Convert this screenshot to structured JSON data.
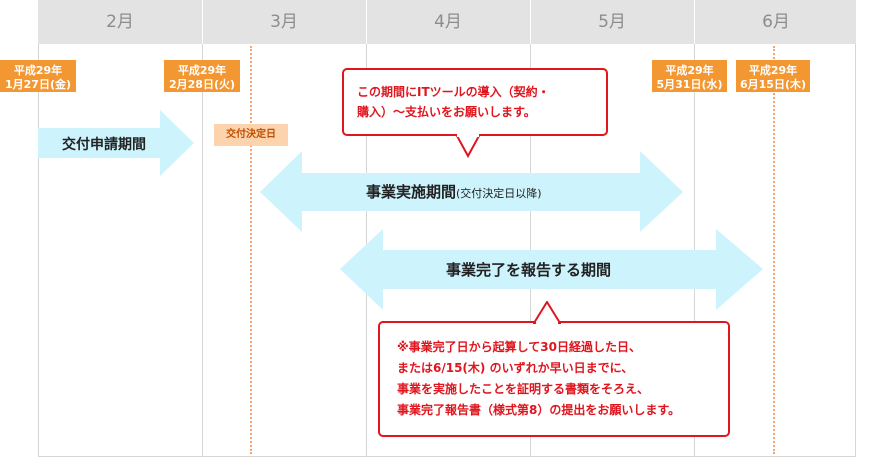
{
  "months": [
    "2月",
    "3月",
    "4月",
    "5月",
    "6月"
  ],
  "badges": {
    "jan27": {
      "line1": "平成29年",
      "line2": "1月27日(金)"
    },
    "feb28": {
      "line1": "平成29年",
      "line2": "2月28日(火)"
    },
    "may31": {
      "line1": "平成29年",
      "line2": "5月31日(水)"
    },
    "jun15": {
      "line1": "平成29年",
      "line2": "6月15日(木)"
    }
  },
  "decision_tag": "交付決定日",
  "arrows": {
    "application": {
      "label": "交付申請期間"
    },
    "implementation": {
      "label": "事業実施期間",
      "sub": "(交付決定日以降)"
    },
    "report": {
      "label": "事業完了を報告する期間"
    }
  },
  "callout_top": {
    "line1": "この期間にITツールの導入（契約・",
    "line2": "購入）〜支払いをお願いします。"
  },
  "callout_bottom": {
    "line1": "※事業完了日から起算して30日経過した日、",
    "line2": "または6/15(木) のいずれか早い日までに、",
    "line3": "事業を実施したことを証明する書類をそろえ、",
    "line4": "事業完了報告書（様式第8）の提出をお願いします。"
  },
  "colors": {
    "badge": "#f39733",
    "tag": "#fcd3ad",
    "arrow": "#cdf3fc",
    "callout_border": "#e0161f",
    "header": "#e3e3e3",
    "dotted": "#f6a46b"
  }
}
